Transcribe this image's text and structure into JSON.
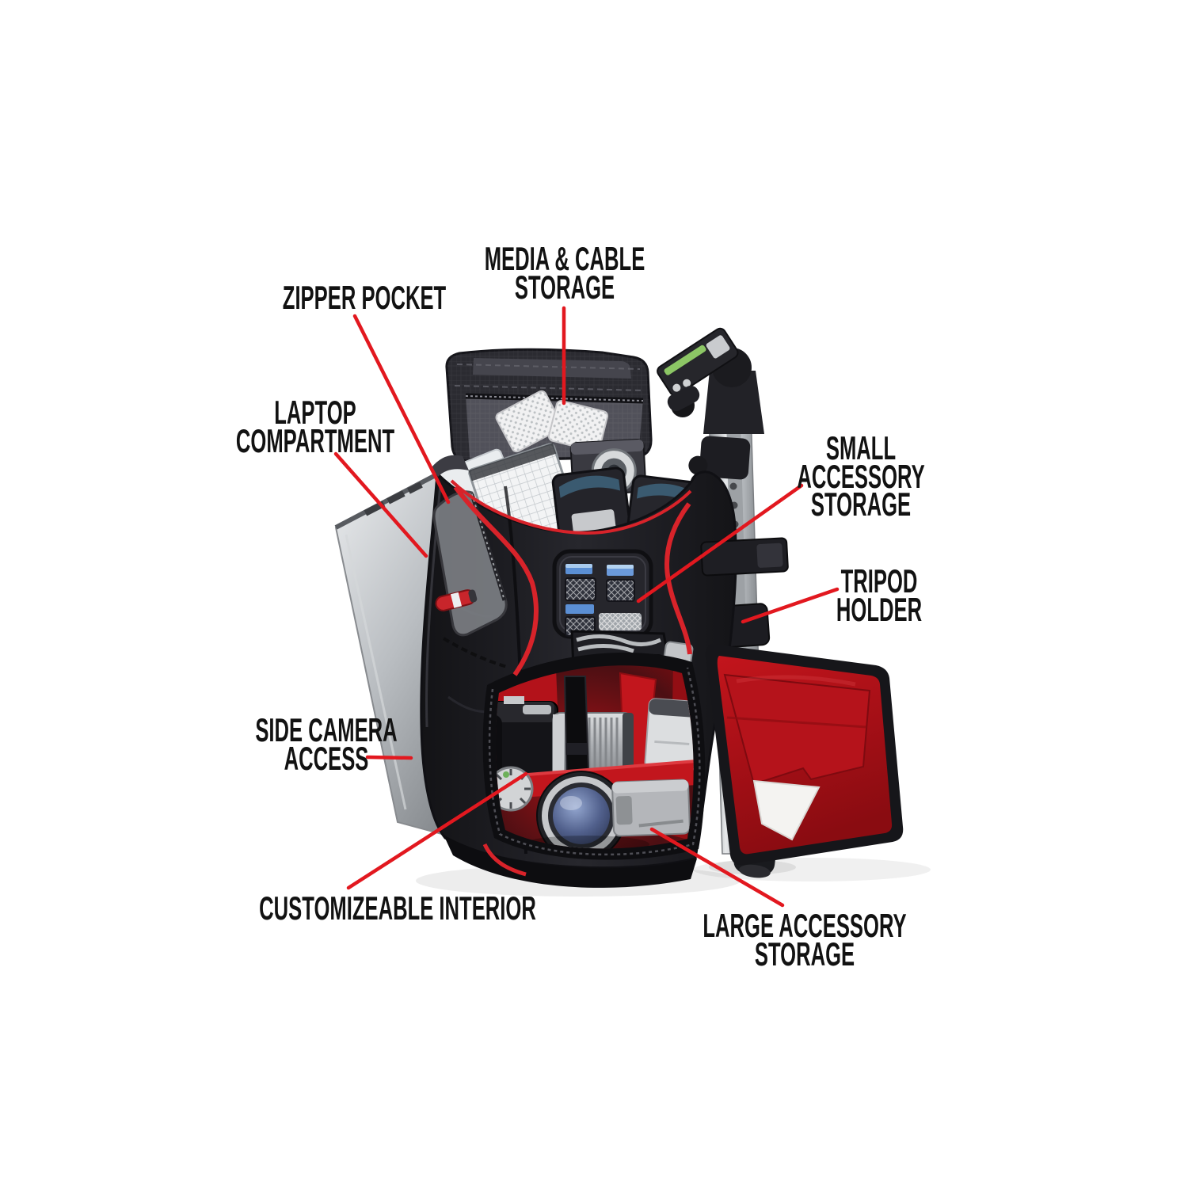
{
  "figure": {
    "type": "annotated product feature diagram",
    "subject": "camera backpack shown open with laptop, tripod, DSLR cameras, lenses and accessories",
    "background_color": "#ffffff",
    "accent_color": "#e2181f",
    "label_color": "#121212",
    "bag_color": "#1b1b1f",
    "interior_color": "#a8121a",
    "silver_color": "#c6c8cb"
  },
  "callouts": [
    {
      "id": "media-cable-storage",
      "text": "MEDIA & CABLE\nSTORAGE"
    },
    {
      "id": "zipper-pocket",
      "text": "ZIPPER POCKET"
    },
    {
      "id": "laptop-compartment",
      "text": "LAPTOP\nCOMPARTMENT"
    },
    {
      "id": "small-accessory-storage",
      "text": "SMALL\nACCESSORY\nSTORAGE"
    },
    {
      "id": "tripod-holder",
      "text": "TRIPOD\nHOLDER"
    },
    {
      "id": "side-camera-access",
      "text": "SIDE CAMERA\nACCESS"
    },
    {
      "id": "customizeable-interior",
      "text": "CUSTOMIZEABLE INTERIOR"
    },
    {
      "id": "large-accessory-storage",
      "text": "LARGE ACCESSORY STORAGE"
    }
  ]
}
